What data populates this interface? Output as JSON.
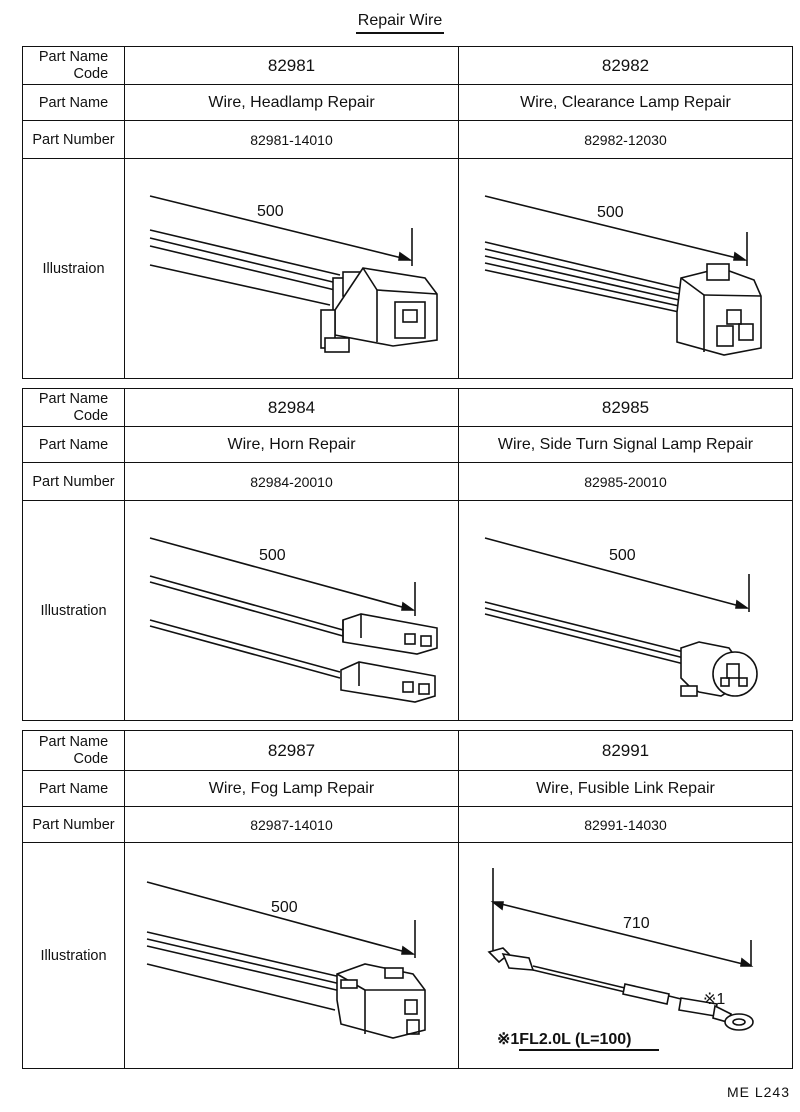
{
  "title": "Repair Wire",
  "labels": {
    "code": [
      "Part Name",
      "Code"
    ],
    "name": "Part Name",
    "number": "Part Number"
  },
  "sections": [
    {
      "illustration_label": "Illustraion",
      "parts": [
        {
          "code": "82981",
          "name": "Wire, Headlamp Repair",
          "number": "82981-14010",
          "length": "500"
        },
        {
          "code": "82982",
          "name": "Wire, Clearance Lamp Repair",
          "number": "82982-12030",
          "length": "500"
        }
      ]
    },
    {
      "illustration_label": "Illustration",
      "parts": [
        {
          "code": "82984",
          "name": "Wire, Horn Repair",
          "number": "82984-20010",
          "length": "500"
        },
        {
          "code": "82985",
          "name": "Wire, Side Turn Signal Lamp Repair",
          "number": "82985-20010",
          "length": "500"
        }
      ]
    },
    {
      "illustration_label": "Illustration",
      "parts": [
        {
          "code": "82987",
          "name": "Wire, Fog Lamp Repair",
          "number": "82987-14010",
          "length": "500"
        },
        {
          "code": "82991",
          "name": "Wire, Fusible Link Repair",
          "number": "82991-14030",
          "length": "710"
        }
      ]
    }
  ],
  "fusible_note": {
    "mark": "※1",
    "spec": "※1FL2.0L (L=100)"
  },
  "footer": "ME  L243"
}
